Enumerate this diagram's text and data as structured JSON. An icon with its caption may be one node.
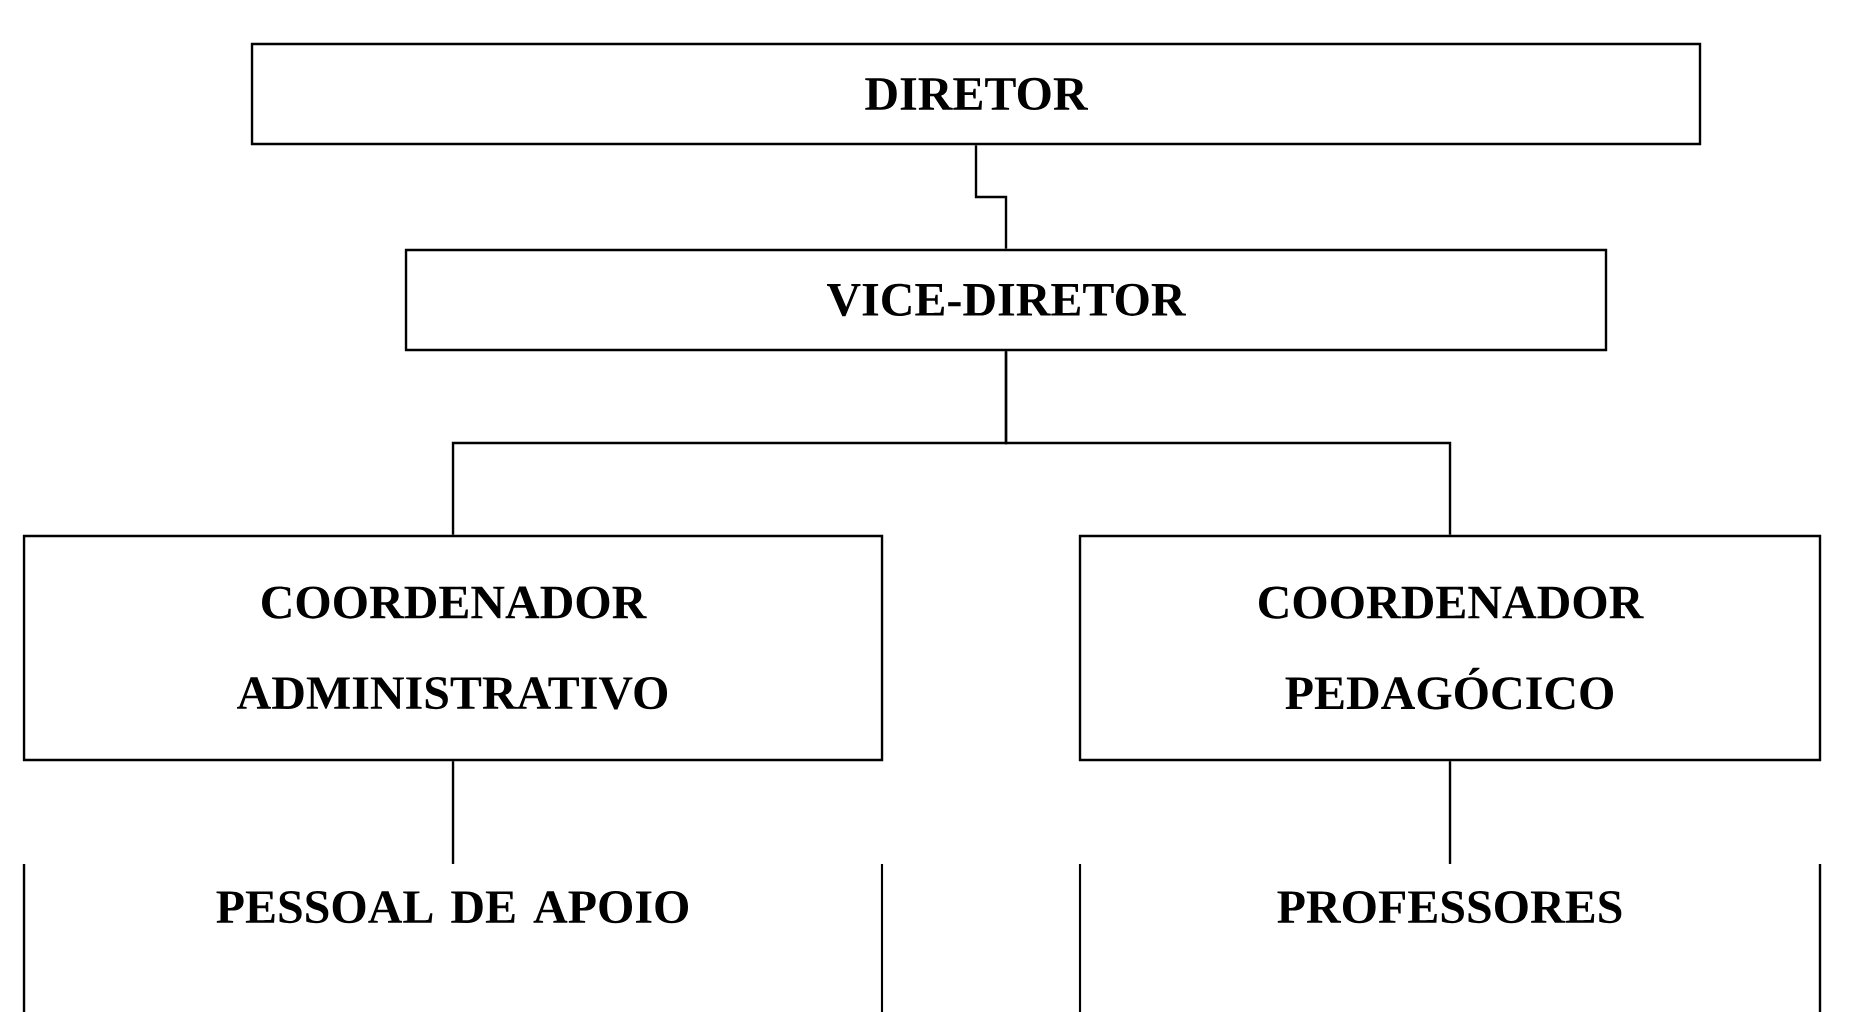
{
  "diagram": {
    "nodes": [
      {
        "text": [
          "DIRETOR"
        ]
      },
      {
        "text": [
          "VICE-DIRETOR"
        ]
      },
      {
        "text": [
          "COORDENADOR ADMINISTRATIVO"
        ]
      },
      {
        "text": [
          "COORDENADOR PEDAGÓCICO"
        ]
      },
      {
        "text": [
          "PESSOAL DE APOIO"
        ]
      },
      {
        "text": [
          "PROFESSORES"
        ]
      }
    ],
    "edges": [
      {
        "from": 0,
        "to": 1,
        "arrow": "none"
      },
      {
        "from": 1,
        "to": 2,
        "arrow": "none"
      },
      {
        "from": 1,
        "to": 3,
        "arrow": "none"
      },
      {
        "from": 2,
        "to": 4,
        "arrow": "none"
      },
      {
        "from": 3,
        "to": 5,
        "arrow": "none"
      }
    ]
  }
}
